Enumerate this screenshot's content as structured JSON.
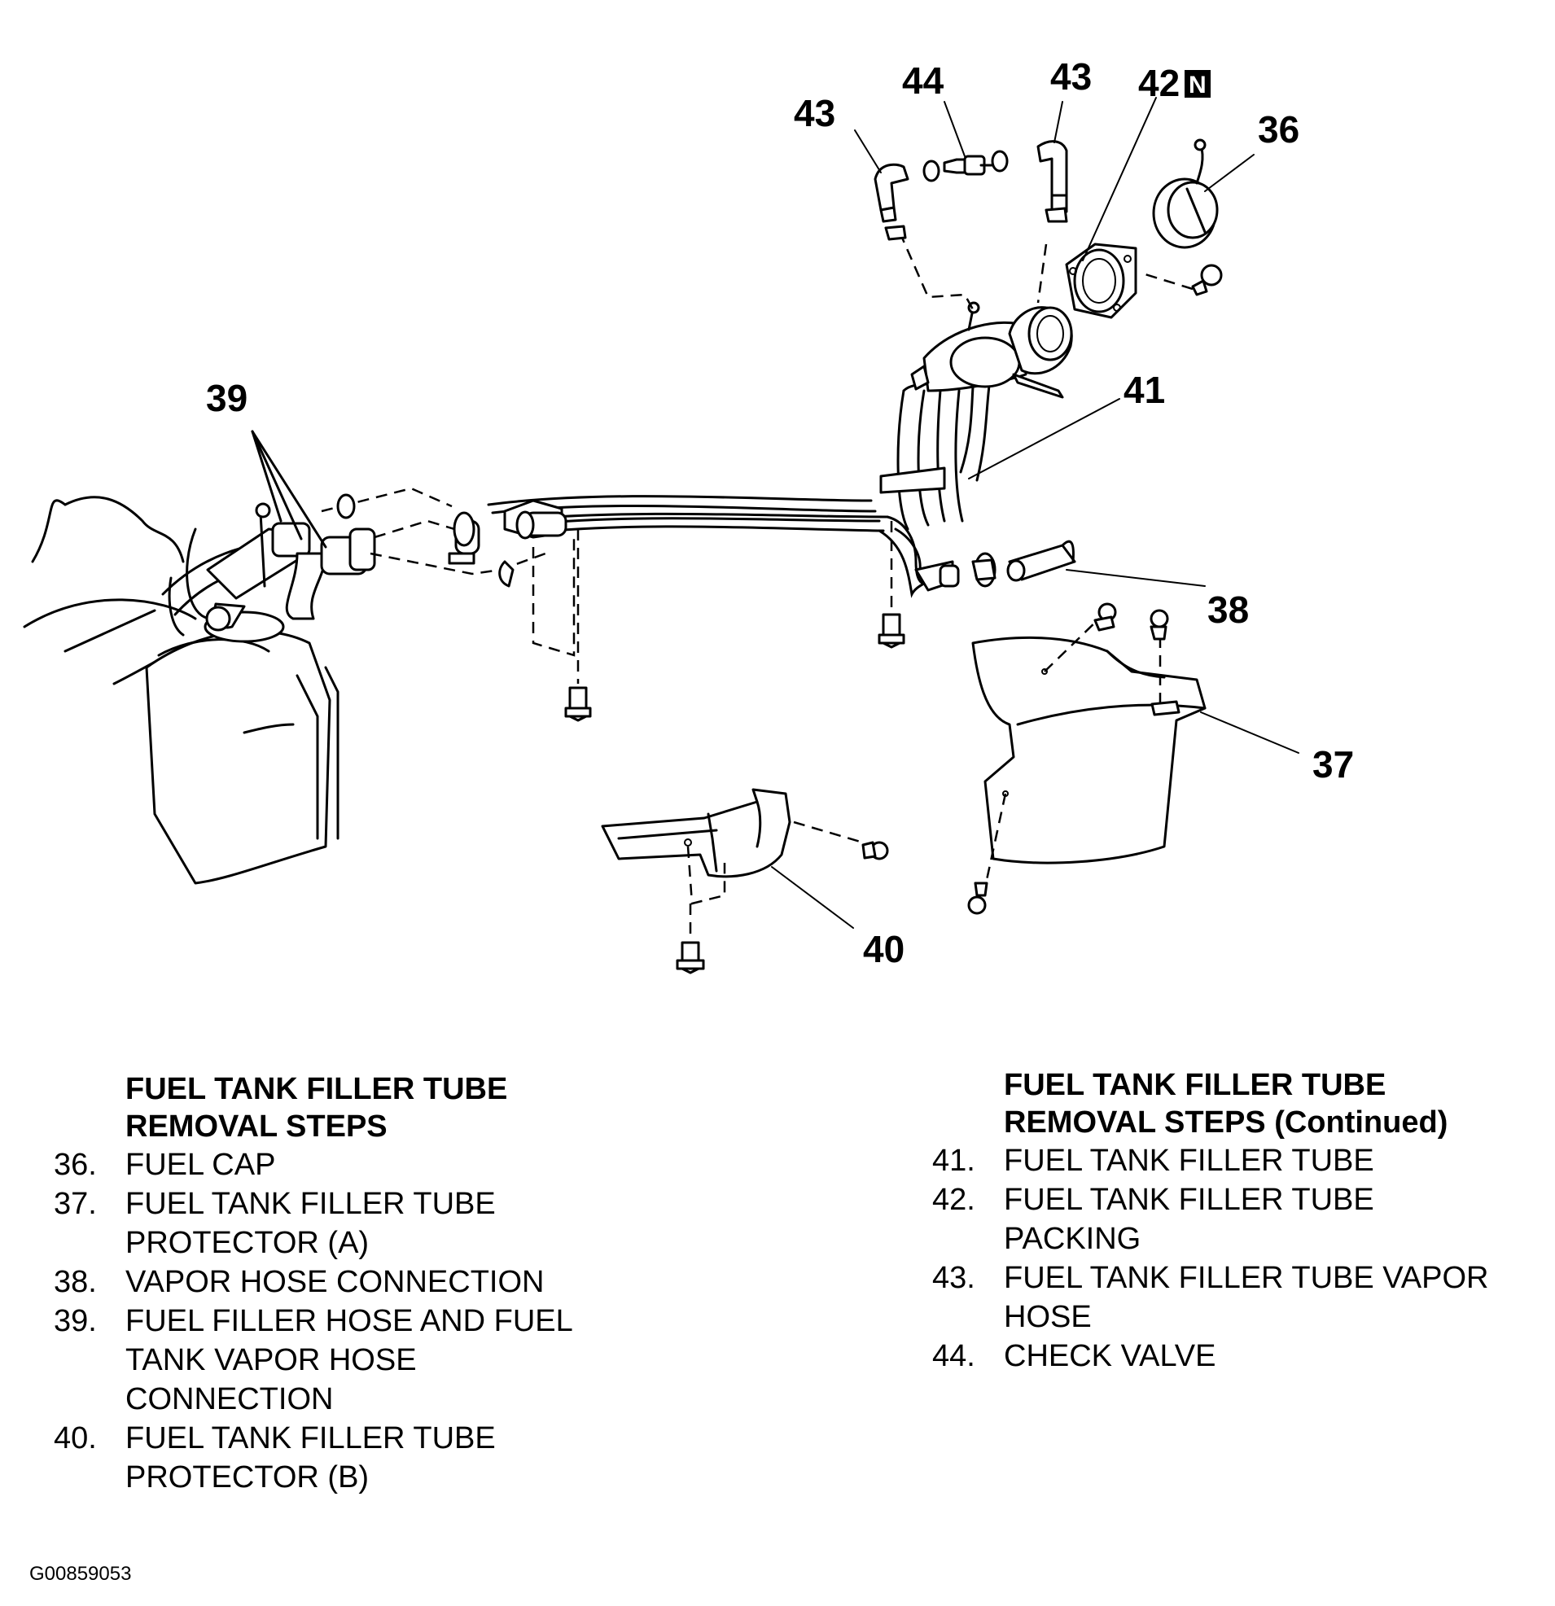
{
  "callouts": {
    "c36": "36",
    "c37": "37",
    "c38": "38",
    "c39": "39",
    "c40": "40",
    "c41": "41",
    "c42": "42",
    "c42_badge": "N",
    "c43_left": "43",
    "c43_right": "43",
    "c44": "44"
  },
  "left_list": {
    "heading_line1": "FUEL TANK FILLER TUBE",
    "heading_line2": "REMOVAL STEPS",
    "items": [
      {
        "num": "36.",
        "lines": [
          "FUEL CAP"
        ]
      },
      {
        "num": "37.",
        "lines": [
          "FUEL TANK FILLER TUBE",
          "PROTECTOR (A)"
        ]
      },
      {
        "num": "38.",
        "lines": [
          "VAPOR HOSE CONNECTION"
        ]
      },
      {
        "num": "39.",
        "lines": [
          "FUEL FILLER HOSE AND FUEL",
          "TANK VAPOR HOSE",
          "CONNECTION"
        ]
      },
      {
        "num": "40.",
        "lines": [
          "FUEL TANK FILLER TUBE",
          "PROTECTOR (B)"
        ]
      }
    ]
  },
  "right_list": {
    "heading_line1": "FUEL TANK FILLER TUBE",
    "heading_line2": "REMOVAL STEPS (Continued)",
    "items": [
      {
        "num": "41.",
        "lines": [
          "FUEL TANK FILLER TUBE"
        ]
      },
      {
        "num": "42.",
        "lines": [
          "FUEL TANK FILLER TUBE",
          "PACKING"
        ]
      },
      {
        "num": "43.",
        "lines": [
          "FUEL TANK FILLER TUBE VAPOR",
          "HOSE"
        ]
      },
      {
        "num": "44.",
        "lines": [
          "CHECK VALVE"
        ]
      }
    ]
  },
  "figure_id": "G00859053"
}
